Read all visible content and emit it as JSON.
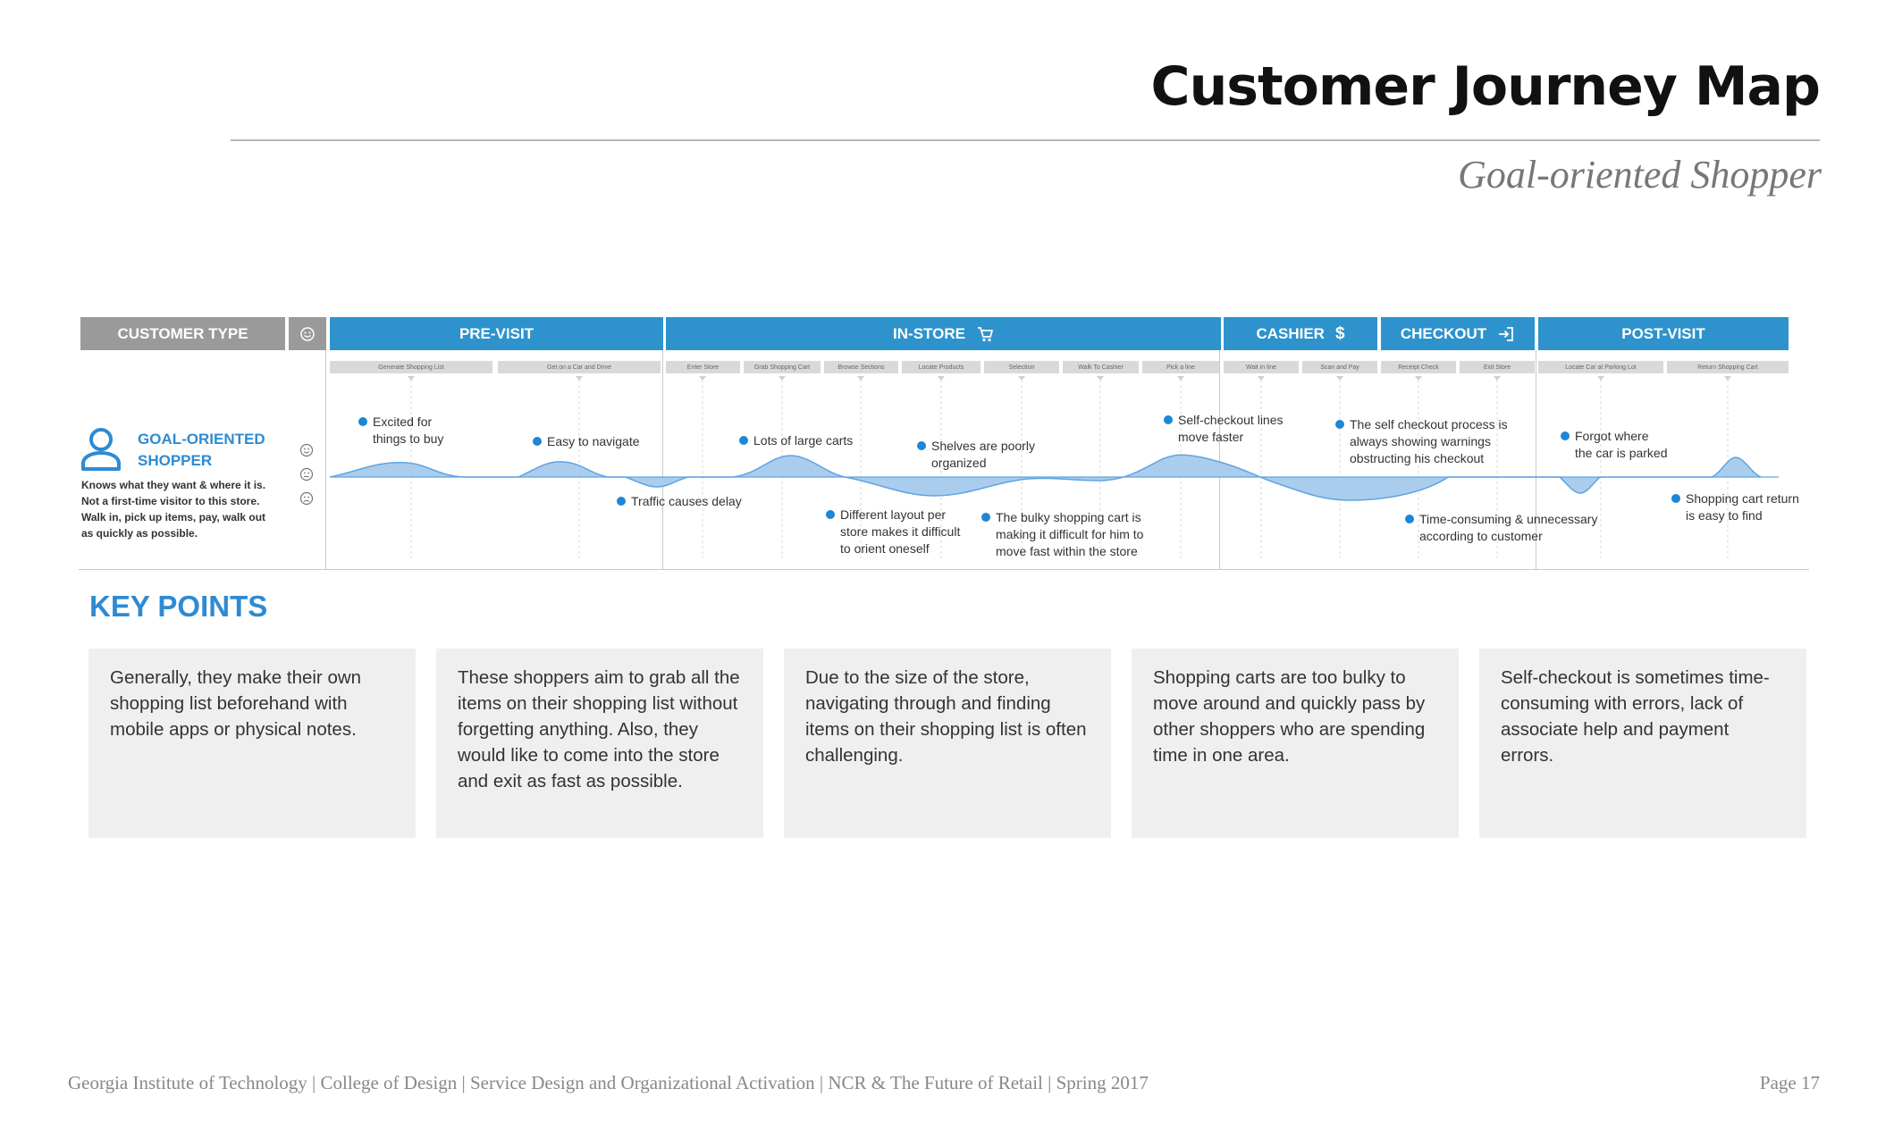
{
  "header": {
    "title": "Customer Journey Map",
    "subtitle": "Goal-oriented Shopper"
  },
  "map": {
    "customer_type_label": "CUSTOMER TYPE",
    "phases": [
      {
        "label": "PRE-VISIT",
        "icon": ""
      },
      {
        "label": "IN-STORE",
        "icon": "shopping-cart-icon"
      },
      {
        "label": "CASHIER",
        "icon": "dollar-icon"
      },
      {
        "label": "CHECKOUT",
        "icon": "exit-icon"
      },
      {
        "label": "POST-VISIT",
        "icon": ""
      }
    ],
    "steps": [
      "Generate Shopping List",
      "Get on a Car and Drive",
      "Enter Store",
      "Grab Shopping Cart",
      "Browse Sections",
      "Locate Products",
      "Selection",
      "Walk To Cashier",
      "Pick a line",
      "Wait in line",
      "Scan and Pay",
      "Receipt Check",
      "Exit Store",
      "Locate Car at Parking Lot",
      "Return Shopping Cart"
    ],
    "customer": {
      "name_line1": "GOAL-ORIENTED",
      "name_line2": "SHOPPER",
      "description": "Knows what they want & where it is. Not a first-time visitor to this store. Walk in, pick up items, pay, walk out as quickly as possible."
    },
    "annotations": [
      {
        "line1": "Excited for",
        "line2": "things to buy",
        "line3": ""
      },
      {
        "line1": "Easy to navigate",
        "line2": "",
        "line3": ""
      },
      {
        "line1": "Traffic causes delay",
        "line2": "",
        "line3": ""
      },
      {
        "line1": "Lots of large carts",
        "line2": "",
        "line3": ""
      },
      {
        "line1": "Different layout per",
        "line2": "store makes it difficult",
        "line3": "to orient oneself"
      },
      {
        "line1": "Shelves are poorly",
        "line2": "organized",
        "line3": ""
      },
      {
        "line1": "The bulky shopping cart is",
        "line2": "making it difficult for him to",
        "line3": "move fast within the store"
      },
      {
        "line1": "Self-checkout lines",
        "line2": "move faster",
        "line3": ""
      },
      {
        "line1": "The self checkout process is",
        "line2": "always showing warnings",
        "line3": "obstructing his checkout"
      },
      {
        "line1": "Time-consuming & unnecessary",
        "line2": "according to customer",
        "line3": ""
      },
      {
        "line1": "Forgot where",
        "line2": "the car is parked",
        "line3": ""
      },
      {
        "line1": "Shopping cart return",
        "line2": "is easy to find",
        "line3": ""
      }
    ]
  },
  "key_points": {
    "title": "KEY POINTS",
    "items": [
      "Generally, they make their own shopping list beforehand with mobile apps or physical notes.",
      "These shoppers aim to grab all the items on their shopping list without forgetting anything. Also, they would like to come into the store and exit as fast as possible.",
      "Due to the size of the store, navigating through and finding items on their shopping list is often challenging.",
      "Shopping carts are too bulky to move around and quickly pass by other shoppers who are spending time in one area.",
      "Self-checkout is sometimes time-consuming with errors, lack of associate help and payment errors."
    ]
  },
  "footer": {
    "text": "Georgia Institute of Technology | College of Design | Service Design and Organizational Activation | NCR & The Future of Retail | Spring 2017",
    "page": "Page 17"
  }
}
